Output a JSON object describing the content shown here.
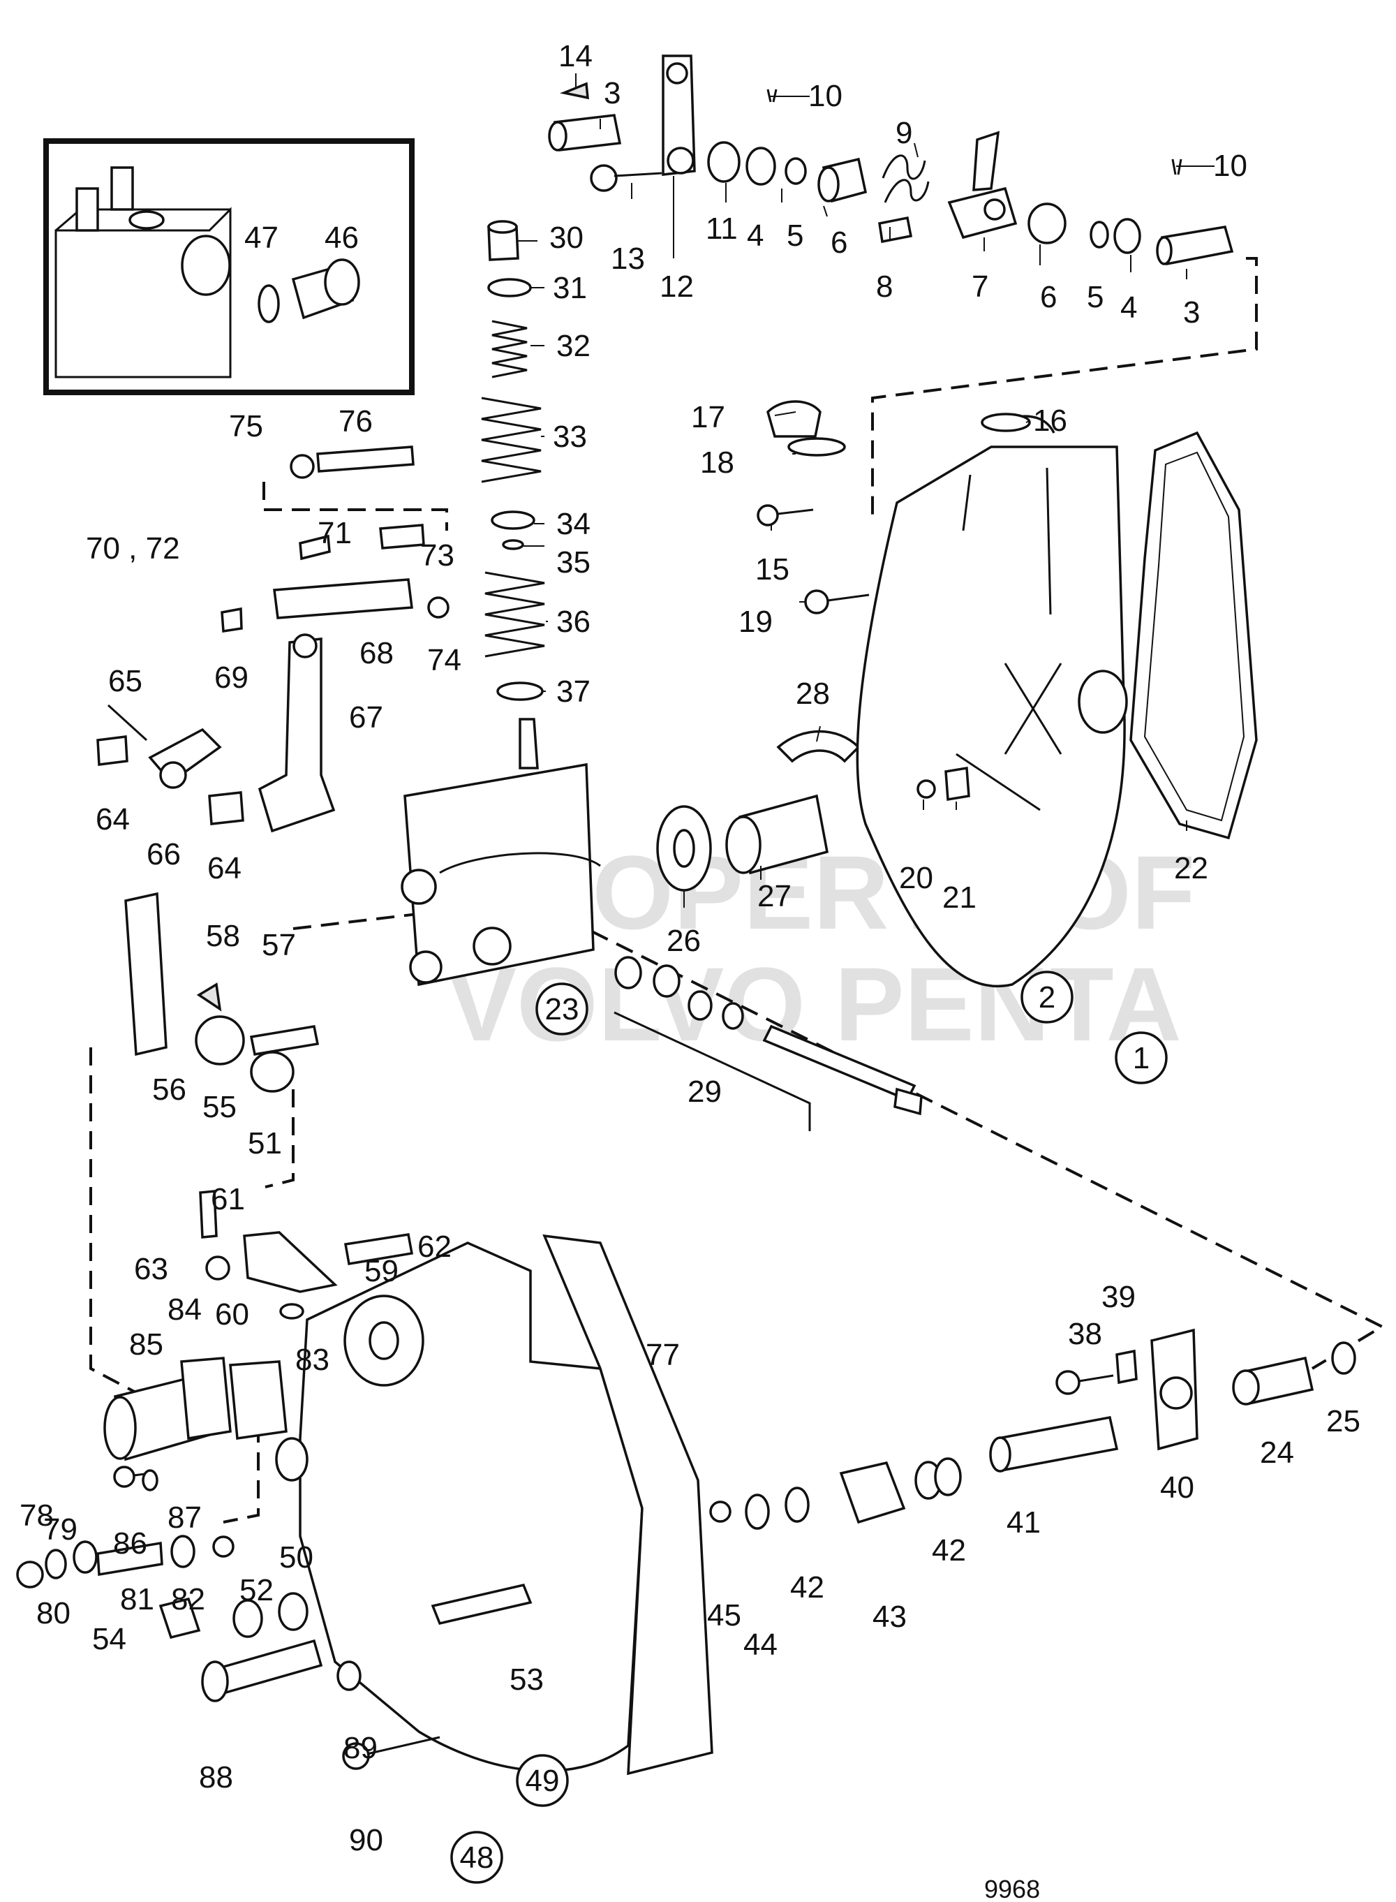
{
  "watermark": [
    "PROPERTY OF",
    "VOLVO PENTA"
  ],
  "figure_number": "9968",
  "labels": {
    "l1": "1",
    "l2": "2",
    "l3a": "3",
    "l3b": "3",
    "l4a": "4",
    "l4b": "4",
    "l5a": "5",
    "l5b": "5",
    "l6a": "6",
    "l6b": "6",
    "l7": "7",
    "l8": "8",
    "l9": "9",
    "l10a": "10",
    "l10b": "10",
    "l11": "11",
    "l12": "12",
    "l13": "13",
    "l14": "14",
    "l15": "15",
    "l16": "16",
    "l17": "17",
    "l18": "18",
    "l19": "19",
    "l20": "20",
    "l21": "21",
    "l22": "22",
    "l23": "23",
    "l24": "24",
    "l25": "25",
    "l26": "26",
    "l27": "27",
    "l28": "28",
    "l29": "29",
    "l30": "30",
    "l31": "31",
    "l32": "32",
    "l33": "33",
    "l34": "34",
    "l35": "35",
    "l36": "36",
    "l37": "37",
    "l38": "38",
    "l39": "39",
    "l40": "40",
    "l41": "41",
    "l42a": "42",
    "l42b": "42",
    "l43": "43",
    "l44": "44",
    "l45": "45",
    "l46": "46",
    "l47": "47",
    "l48": "48",
    "l49": "49",
    "l50": "50",
    "l51": "51",
    "l52": "52",
    "l53": "53",
    "l54": "54",
    "l55": "55",
    "l56": "56",
    "l57": "57",
    "l58": "58",
    "l59": "59",
    "l60": "60",
    "l61": "61",
    "l62": "62",
    "l63": "63",
    "l64a": "64",
    "l64b": "64",
    "l65": "65",
    "l66": "66",
    "l67": "67",
    "l68": "68",
    "l69": "69",
    "l7072": "70 , 72",
    "l71": "71",
    "l73": "73",
    "l74": "74",
    "l75": "75",
    "l76": "76",
    "l77": "77",
    "l78": "78",
    "l79": "79",
    "l80": "80",
    "l81": "81",
    "l82": "82",
    "l83": "83",
    "l84": "84",
    "l85": "85",
    "l86": "86",
    "l87": "87",
    "l88": "88",
    "l89": "89",
    "l90": "90"
  }
}
